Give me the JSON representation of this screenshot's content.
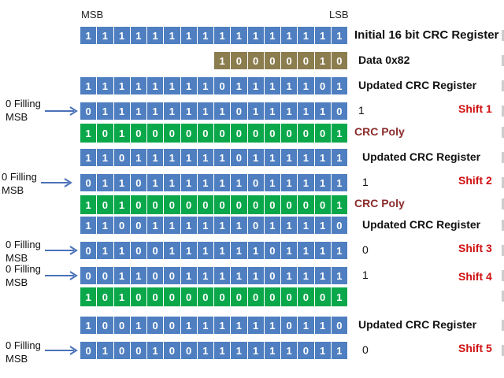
{
  "header": {
    "msb": "MSB",
    "lsb": "LSB"
  },
  "colors": {
    "register": "#4f7fc0",
    "data": "#8c7d4f",
    "poly": "#0aa84a",
    "shift_label": "#d01010",
    "poly_label": "#8b2b2b"
  },
  "rows": [
    {
      "kind": "register",
      "bits": "1111111111111111",
      "label": "Initial 16 bit CRC Register"
    },
    {
      "kind": "data",
      "bits": "10000010",
      "label": "Data 0x82"
    },
    {
      "kind": "register",
      "bits": "1111111101111101",
      "label": "Updated CRC Register"
    },
    {
      "kind": "register",
      "bits": "0111111110111110",
      "shifted_out": "1",
      "shift": "Shift 1",
      "fill": "0 Filling MSB"
    },
    {
      "kind": "poly",
      "bits": "1010000000000001",
      "label": "CRC Poly"
    },
    {
      "kind": "register",
      "bits": "1101111110111111",
      "label": "Updated CRC Register"
    },
    {
      "kind": "register",
      "bits": "0110111111011111",
      "shifted_out": "1",
      "shift": "Shift 2",
      "fill": "0 Filling MSB"
    },
    {
      "kind": "poly",
      "bits": "1010000000000001",
      "label": "CRC Poly"
    },
    {
      "kind": "register",
      "bits": "1100111111011110",
      "label": "Updated CRC Register"
    },
    {
      "kind": "register",
      "bits": "0110011111101111",
      "shifted_out": "0",
      "shift": "Shift 3",
      "fill": "0 Filling MSB"
    },
    {
      "kind": "register",
      "bits": "0011001111101111",
      "shifted_out": "1",
      "shift": "Shift 4",
      "fill": "0 Filling MSB"
    },
    {
      "kind": "poly",
      "bits": "1010000000000001"
    },
    {
      "kind": "register",
      "bits": "1001001111110110",
      "label": "Updated CRC Register"
    },
    {
      "kind": "register",
      "bits": "0100100111111011",
      "shifted_out": "0",
      "shift": "Shift 5",
      "fill": "0 Filling MSB"
    }
  ]
}
